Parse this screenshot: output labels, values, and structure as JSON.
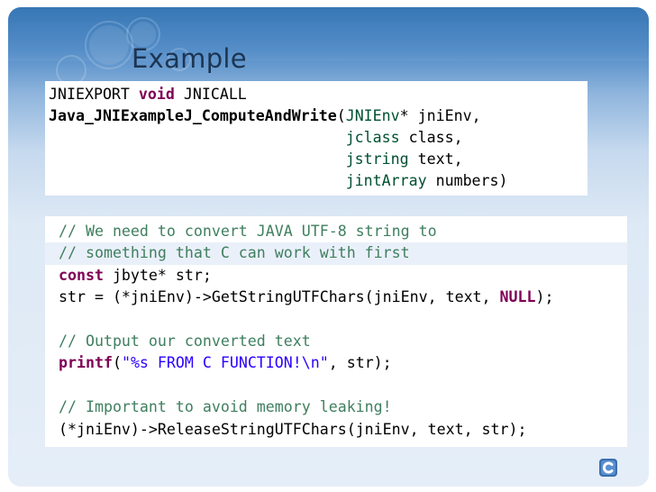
{
  "slide": {
    "title": "Example"
  },
  "signature": {
    "line1": {
      "kw1": "JNIEXPORT ",
      "kw2": "void",
      "kw3": " JNICALL"
    },
    "line2": {
      "name": "Java_JNIExampleJ_ComputeAndWrite",
      "open": "(",
      "type": "JNIEnv",
      "rest": "* jniEnv,"
    },
    "line3": {
      "pad": "                                 ",
      "type": "jclass",
      "rest": " class,"
    },
    "line4": {
      "pad": "                                 ",
      "type": "jstring",
      "rest": " text,"
    },
    "line5": {
      "pad": "                                 ",
      "type": "jintArray",
      "rest": " numbers)"
    }
  },
  "body": {
    "c1": "// We need to convert JAVA UTF-8 string to",
    "c2": "// something that C can work with first",
    "l3_kw": "const",
    "l3_rest": " jbyte* str;",
    "l4_a": "str = (*jniEnv)->GetStringUTFChars(jniEnv, text, ",
    "l4_null": "NULL",
    "l4_b": ");",
    "c5": "// Output our converted text",
    "l6_fn": "printf",
    "l6_open": "(",
    "l6_str": "\"%s FROM C FUNCTION!\\n\"",
    "l6_rest": ", str);",
    "c7": "// Important to avoid memory leaking!",
    "l8": "(*jniEnv)->ReleaseStringUTFChars(jniEnv, text, str);"
  },
  "colors": {
    "keyword": "#7f0055",
    "type": "#005032",
    "comment": "#3f7f5f",
    "string": "#2a00ff",
    "title": "#1c3553",
    "header_blue": "#2f71b3"
  },
  "icons": {
    "logo": "c-language-logo-icon"
  }
}
